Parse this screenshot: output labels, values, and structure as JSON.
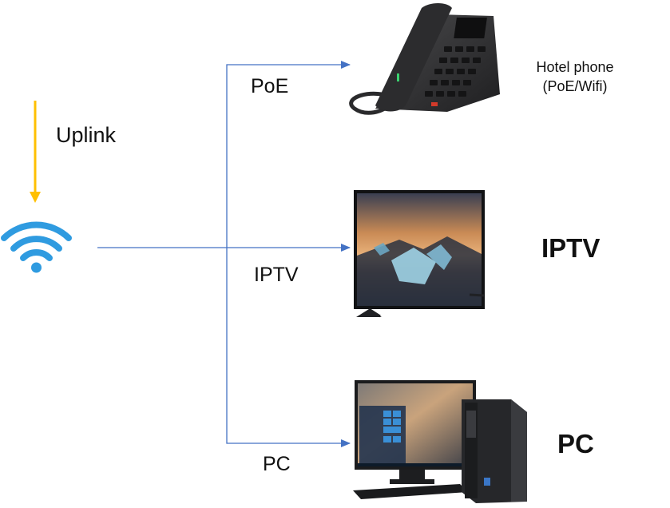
{
  "labels": {
    "uplink": "Uplink",
    "poe": "PoE",
    "iptv_line": "IPTV",
    "pc_line": "PC",
    "phone_line1": "Hotel phone",
    "phone_line2": "(PoE/Wifi)",
    "iptv_device": "IPTV",
    "pc_device": "PC"
  },
  "colors": {
    "connector": "#4472c4",
    "uplink_arrow": "#ffc000",
    "wifi": "#2f9be0"
  },
  "icons": [
    "wifi-icon",
    "desk-phone-icon",
    "tv-icon",
    "desktop-pc-icon"
  ]
}
